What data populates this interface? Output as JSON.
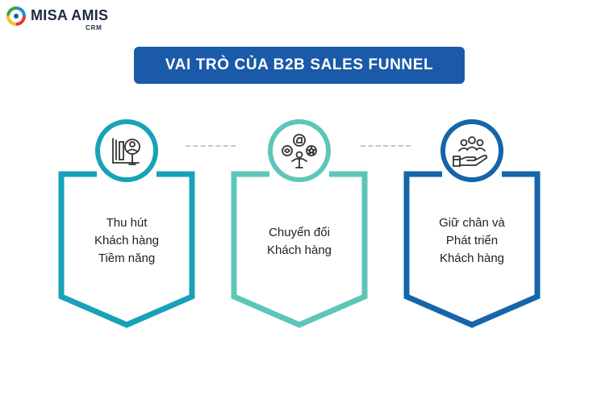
{
  "brand": {
    "name": "MISA AMIS",
    "sub": "CRM"
  },
  "title": "VAI TRÒ CỦA B2B SALES FUNNEL",
  "colors": {
    "blue": "#1a5aa8",
    "teal": "#17a2b8",
    "mint": "#5cc6b8",
    "navy": "#1565a8"
  },
  "stages": [
    {
      "lines": [
        "Thu hút",
        "Khách hàng",
        "Tiềm năng"
      ],
      "icon": "target-customer-icon",
      "color": "#17a2b8"
    },
    {
      "lines": [
        "Chuyển đổi",
        "Khách hàng"
      ],
      "icon": "engagement-icon",
      "color": "#5cc6b8"
    },
    {
      "lines": [
        "Giữ chân và",
        "Phát triển",
        "Khách hàng"
      ],
      "icon": "customer-care-icon",
      "color": "#1565a8"
    }
  ]
}
